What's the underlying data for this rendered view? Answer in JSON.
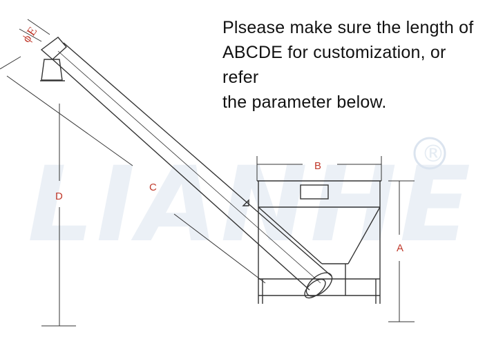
{
  "note": "Plsease make sure the length of\nABCDE for customization, or refer\nthe parameter below.",
  "watermark": {
    "text": "LIANHE",
    "registered": "®"
  },
  "labels": {
    "a": "A",
    "b": "B",
    "c": "C",
    "d": "D",
    "e": "E",
    "diameter_symbol": "ϕ"
  },
  "colors": {
    "label": "#c0392b",
    "line": "#333333",
    "watermark": "#dbe4ef"
  }
}
